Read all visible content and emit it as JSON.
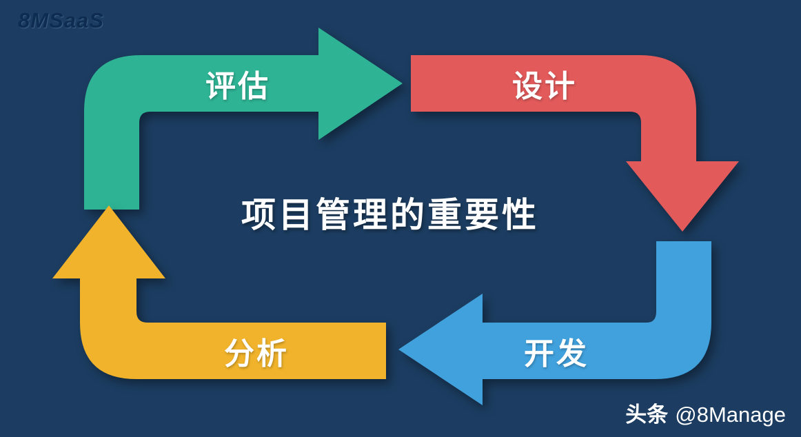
{
  "watermark": {
    "text": "8MSaaS"
  },
  "title": {
    "text": "项目管理的重要性"
  },
  "cycle": {
    "steps": [
      {
        "id": "evaluate",
        "label": "评估",
        "color": "#2eb394",
        "position": "top-left",
        "arrow_direction": "right"
      },
      {
        "id": "design",
        "label": "设计",
        "color": "#e25a5a",
        "position": "top-right",
        "arrow_direction": "down"
      },
      {
        "id": "develop",
        "label": "开发",
        "color": "#41a1dd",
        "position": "bottom-right",
        "arrow_direction": "left"
      },
      {
        "id": "analyze",
        "label": "分析",
        "color": "#f0b32b",
        "position": "bottom-left",
        "arrow_direction": "up"
      }
    ]
  },
  "credit": {
    "brand": "头条",
    "handle": "@8Manage"
  },
  "colors": {
    "background": "#1c3d61",
    "text": "#ffffff"
  }
}
